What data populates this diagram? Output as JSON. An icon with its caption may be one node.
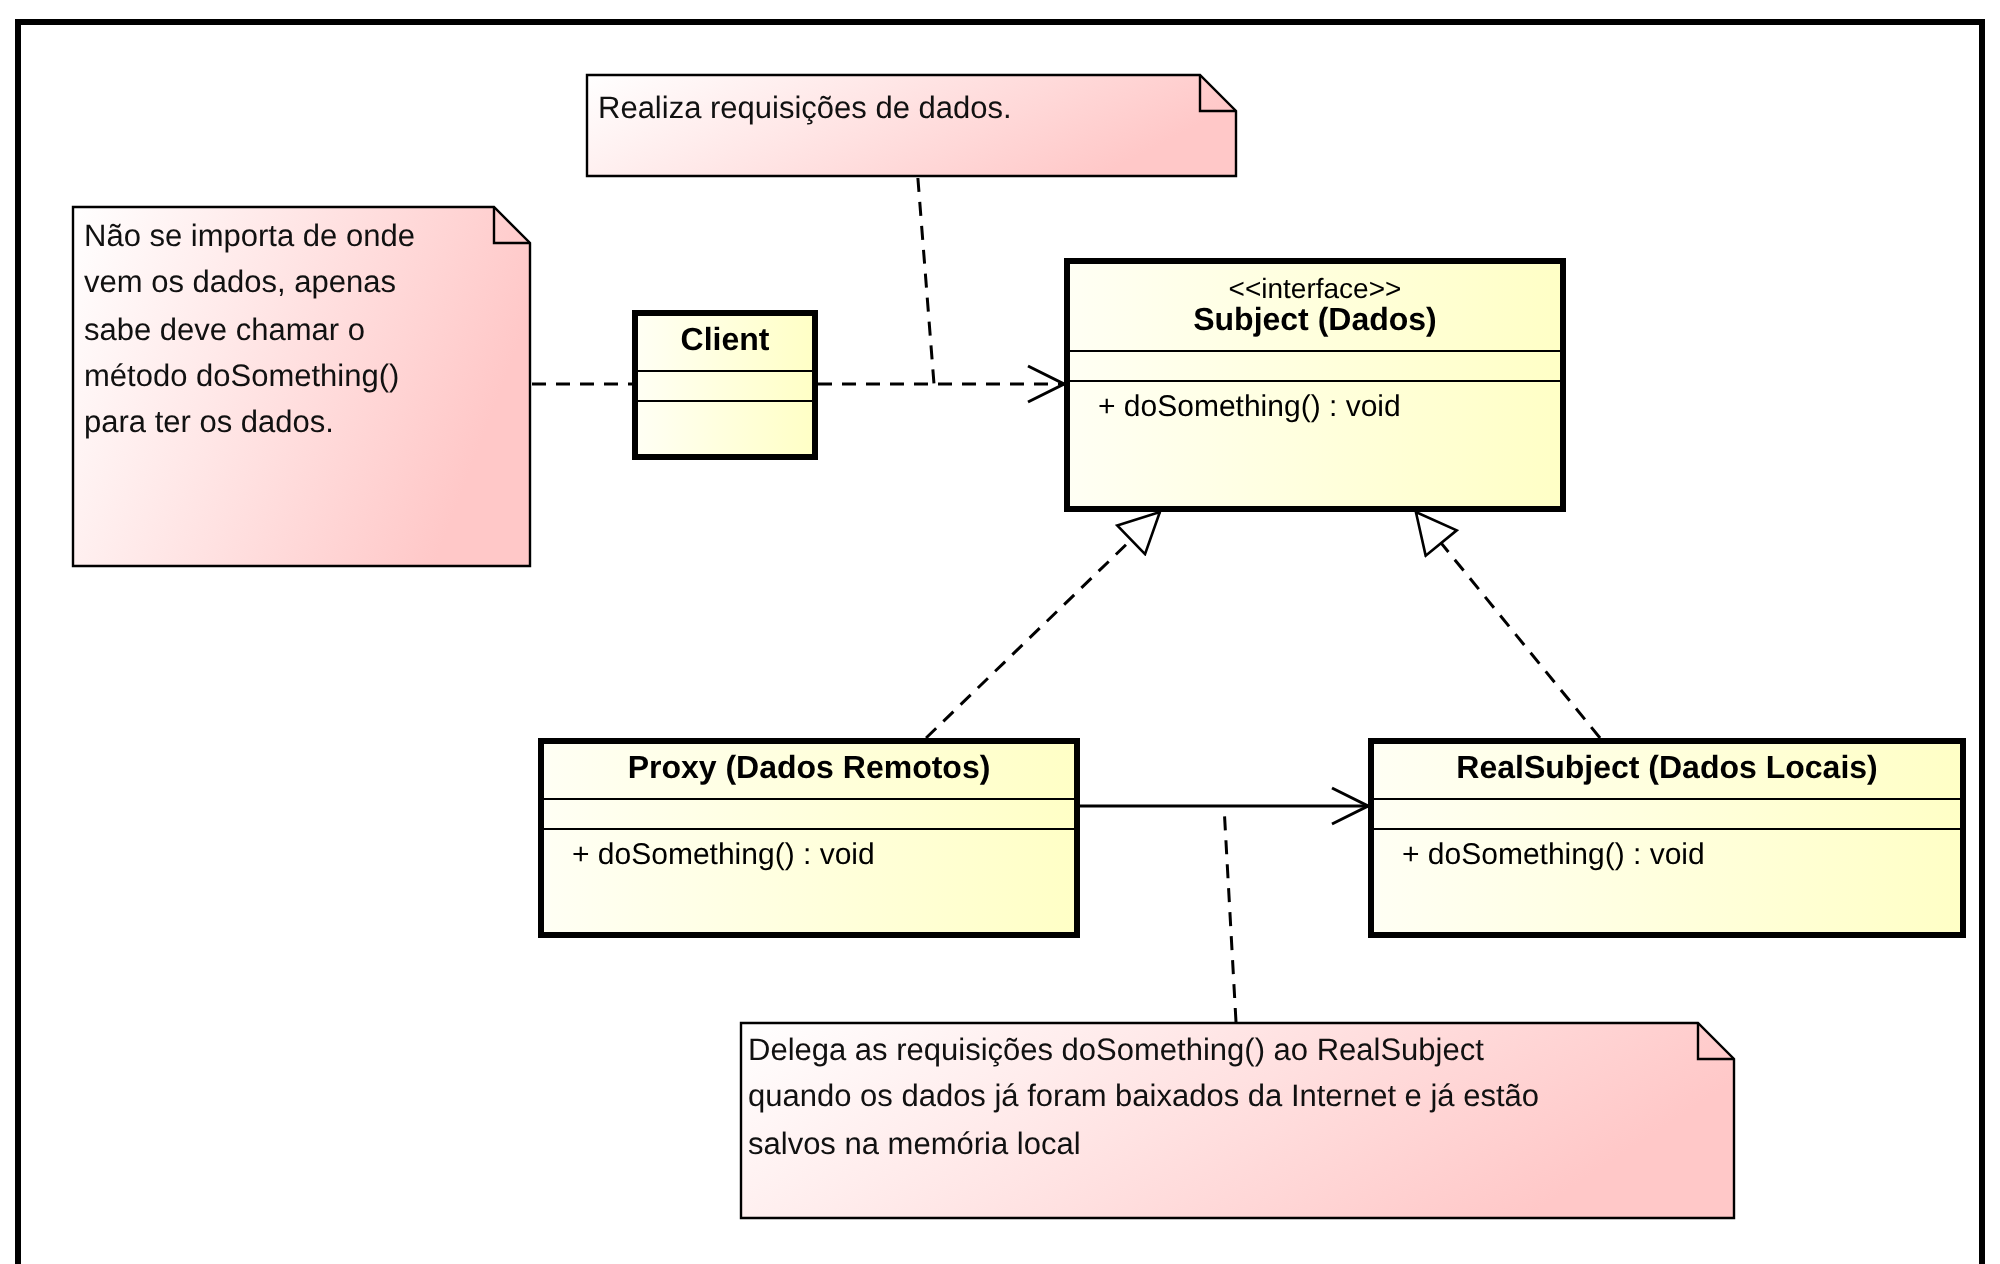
{
  "diagram": {
    "nodes": [
      {
        "text": [
          "Não se importa de onde vem os dados, apenas sabe deve chamar o método doSomething() para ter os dados."
        ]
      },
      {
        "text": [
          "Client"
        ]
      },
      {
        "text": [
          "Realiza requisições de dados."
        ]
      },
      {
        "text": [
          "<<interface>>",
          "Subject (Dados)",
          "+ doSomething() : void"
        ]
      },
      {
        "text": [
          "Proxy (Dados Remotos)",
          "+ doSomething() : void"
        ]
      },
      {
        "text": [
          "RealSubject (Dados Locais)",
          "+ doSomething() : void"
        ]
      },
      {
        "text": [
          "Delega as requisições doSomething() ao RealSubject quando os dados já foram baixados da Internet e já estão salvos na memória local"
        ]
      }
    ],
    "edges": [
      {
        "from": 0,
        "to": 1,
        "arrow": "none",
        "style": "dashed"
      },
      {
        "from": 1,
        "to": 3,
        "arrow": "to",
        "style": "dashed"
      },
      {
        "from": 2,
        "to": null,
        "arrow": "none",
        "style": "dashed"
      },
      {
        "from": 4,
        "to": 3,
        "arrow": "to",
        "style": "dashed"
      },
      {
        "from": 5,
        "to": 3,
        "arrow": "to",
        "style": "dashed"
      },
      {
        "from": 4,
        "to": 5,
        "arrow": "to"
      },
      {
        "from": 6,
        "to": null,
        "arrow": "none",
        "style": "dashed"
      }
    ]
  }
}
